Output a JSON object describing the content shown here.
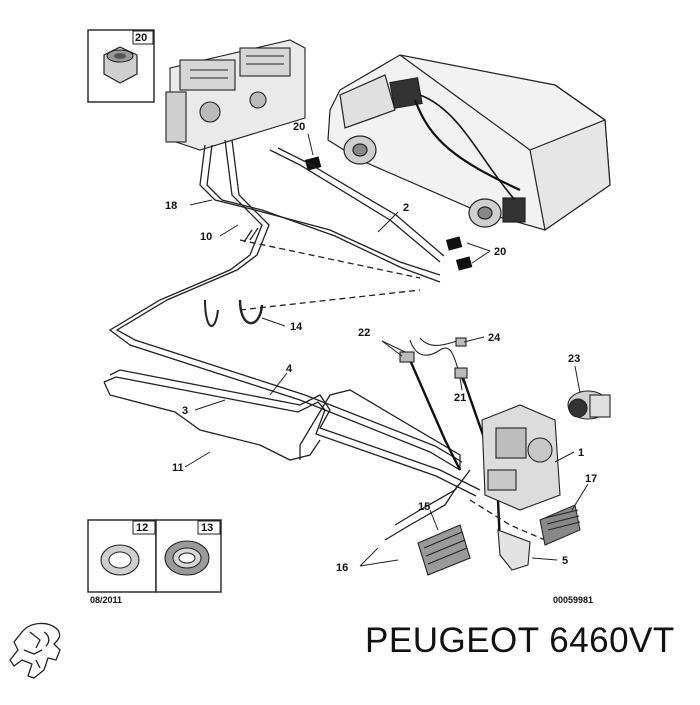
{
  "diagram": {
    "callouts": [
      "20",
      "18",
      "10",
      "2",
      "20",
      "14",
      "22",
      "24",
      "23",
      "4",
      "3",
      "21",
      "1",
      "11",
      "17",
      "15",
      "16",
      "5"
    ],
    "inset_labels": [
      "20",
      "12",
      "13"
    ],
    "date_code": "08/2011",
    "reference_code": "00059981"
  },
  "brand": {
    "logo": "peugeot-lion-logo",
    "caption": "PEUGEOT 6460VT"
  },
  "colors": {
    "line": "#222222",
    "background": "#ffffff"
  }
}
